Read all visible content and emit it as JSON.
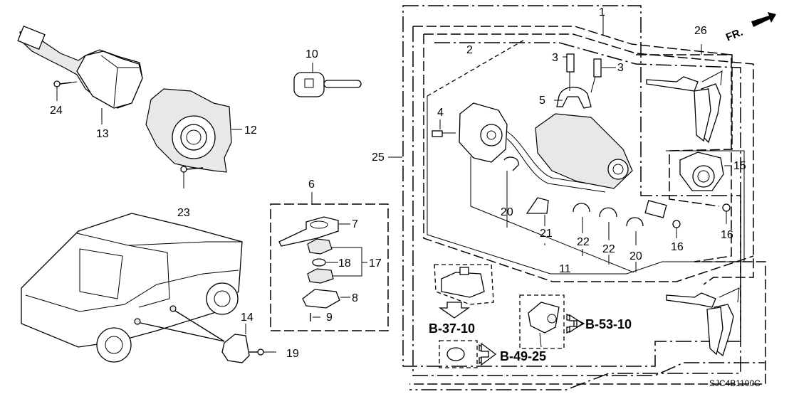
{
  "diagram": {
    "code": "SJC4B1100C",
    "direction_label": "FR.",
    "callouts": {
      "c1": "1",
      "c2": "2",
      "c3a": "3",
      "c3b": "3",
      "c4": "4",
      "c5": "5",
      "c6": "6",
      "c7": "7",
      "c8": "8",
      "c9": "9",
      "c10": "10",
      "c11": "11",
      "c12": "12",
      "c13": "13",
      "c14": "14",
      "c15": "15",
      "c16a": "16",
      "c16b": "16",
      "c17": "17",
      "c18": "18",
      "c19": "19",
      "c20a": "20",
      "c20b": "20",
      "c21": "21",
      "c22a": "22",
      "c22b": "22",
      "c23": "23",
      "c24": "24",
      "c25": "25",
      "c26": "26"
    },
    "references": {
      "r1": "B-37-10",
      "r2": "B-49-25",
      "r3": "B-53-10"
    }
  }
}
